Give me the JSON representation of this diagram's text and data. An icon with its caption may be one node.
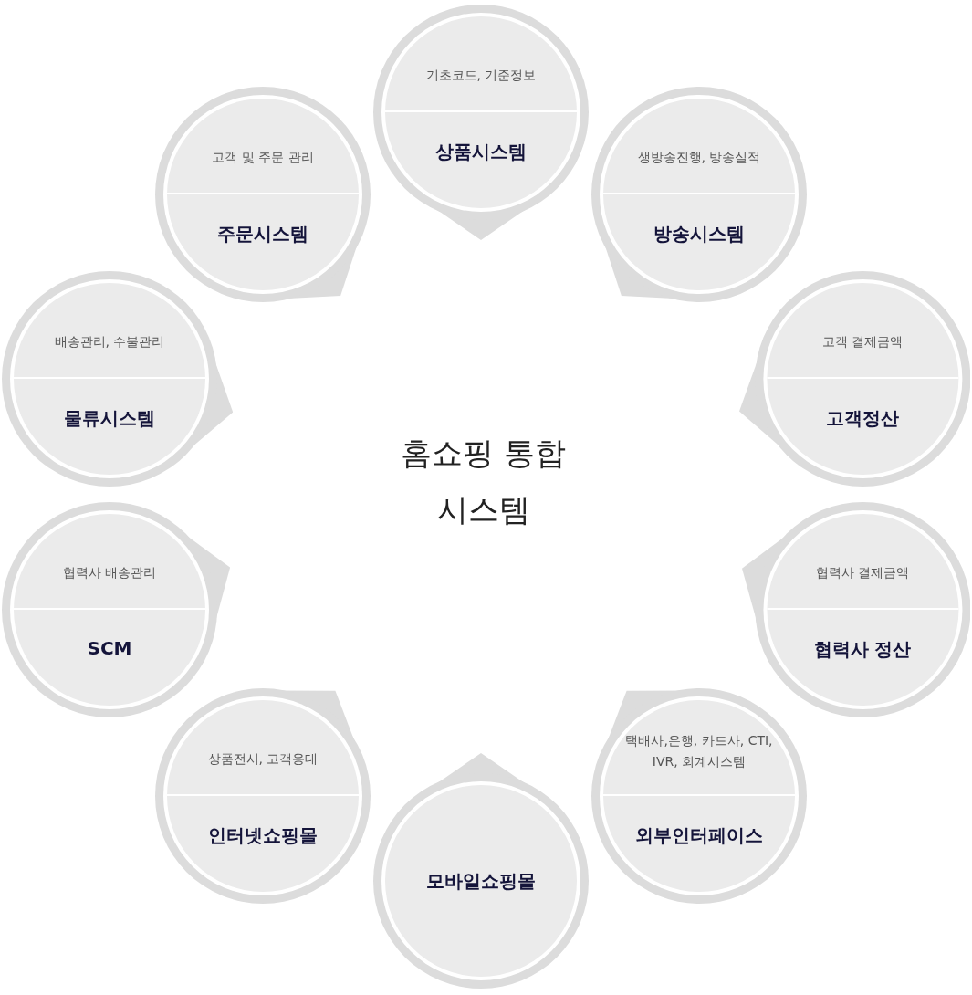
{
  "diagram": {
    "title": "홈쇼핑 통합 시스템",
    "nodes": [
      {
        "text": [
          "기초코드, 기준정보",
          "상품시스템"
        ]
      },
      {
        "text": [
          "생방송진행, 방송실적",
          "방송시스템"
        ]
      },
      {
        "text": [
          "고객 결제금액",
          "고객정산"
        ]
      },
      {
        "text": [
          "협력사 결제금액",
          "협력사 정산"
        ]
      },
      {
        "text": [
          "택배사,은행, 카드사, CTI, IVR, 회계시스템",
          "외부인터페이스"
        ]
      },
      {
        "text": [
          "모바일쇼핑몰"
        ]
      },
      {
        "text": [
          "상품전시, 고객응대",
          "인터넷쇼핑몰"
        ]
      },
      {
        "text": [
          "협력사 배송관리",
          "SCM"
        ]
      },
      {
        "text": [
          "배송관리, 수불관리",
          "물류시스템"
        ]
      },
      {
        "text": [
          "고객 및 주문 관리",
          "주문시스템"
        ]
      }
    ]
  }
}
